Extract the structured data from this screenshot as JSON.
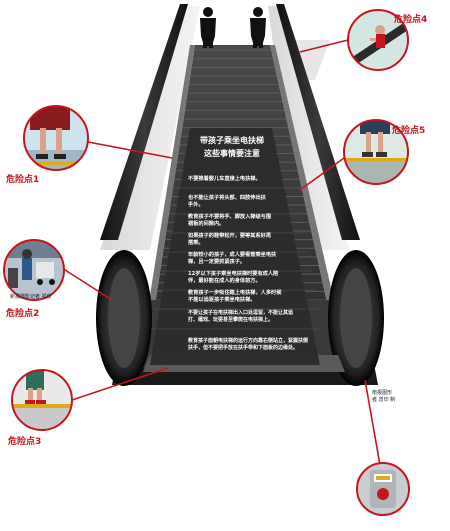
{
  "panel": {
    "title_line1": "带孩子乘坐电扶梯",
    "title_line2": "这些事情要注意",
    "tips": [
      [
        "不要推着婴儿车直接上电扶梯。"
      ],
      [
        "也不能让孩子将头部、四肢伸出扶",
        "手外。"
      ],
      [
        "教育孩子不要将手、脚放入梯级与围",
        "裙板的间隙内。"
      ],
      [
        "如果孩子的鞋带松开，要等其系好再",
        "搭乘。"
      ],
      [
        "年龄较小的孩子，成人要看管乘坐电扶",
        "梯，且一定要抓紧孩子。"
      ],
      [
        "12岁以下孩子乘坐电扶梯时要有成人陪",
        "伴，最好能在成人的身体前方。"
      ],
      [
        "教育孩子一步吸住踏上电扶梯，人多时候",
        "不能以追逐孩子乘坐电扶梯。"
      ],
      [
        "不要让孩子在电扶梯出入口处逗留，不能让其追",
        "打、嬉戏、玩耍甚至攀爬在电扶梯上。"
      ],
      [
        "教育孩子面朝电扶梯的运行方向靠右侧站立，紧握扶侧",
        "扶手，但不要把手放在扶手带和下面板的边缘处。"
      ]
    ]
  },
  "danger_points": [
    {
      "label": "危险点1"
    },
    {
      "label": "危险点2"
    },
    {
      "label": "危险点3"
    },
    {
      "label": "危险点4"
    },
    {
      "label": "危险点5"
    }
  ],
  "captions": {
    "stroller_photo": "新报摄影记者 祁俊",
    "credit_line1": "南报图形",
    "credit_line2": "者 曾印 制"
  },
  "icons": [
    "person-silhouette-icon",
    "elevator-sign-icon"
  ],
  "colors": {
    "danger_red": "#c4161c",
    "panel_dark": "#2b2b2b",
    "rail_black": "#151515",
    "yellow_edge": "#e0a81c"
  }
}
